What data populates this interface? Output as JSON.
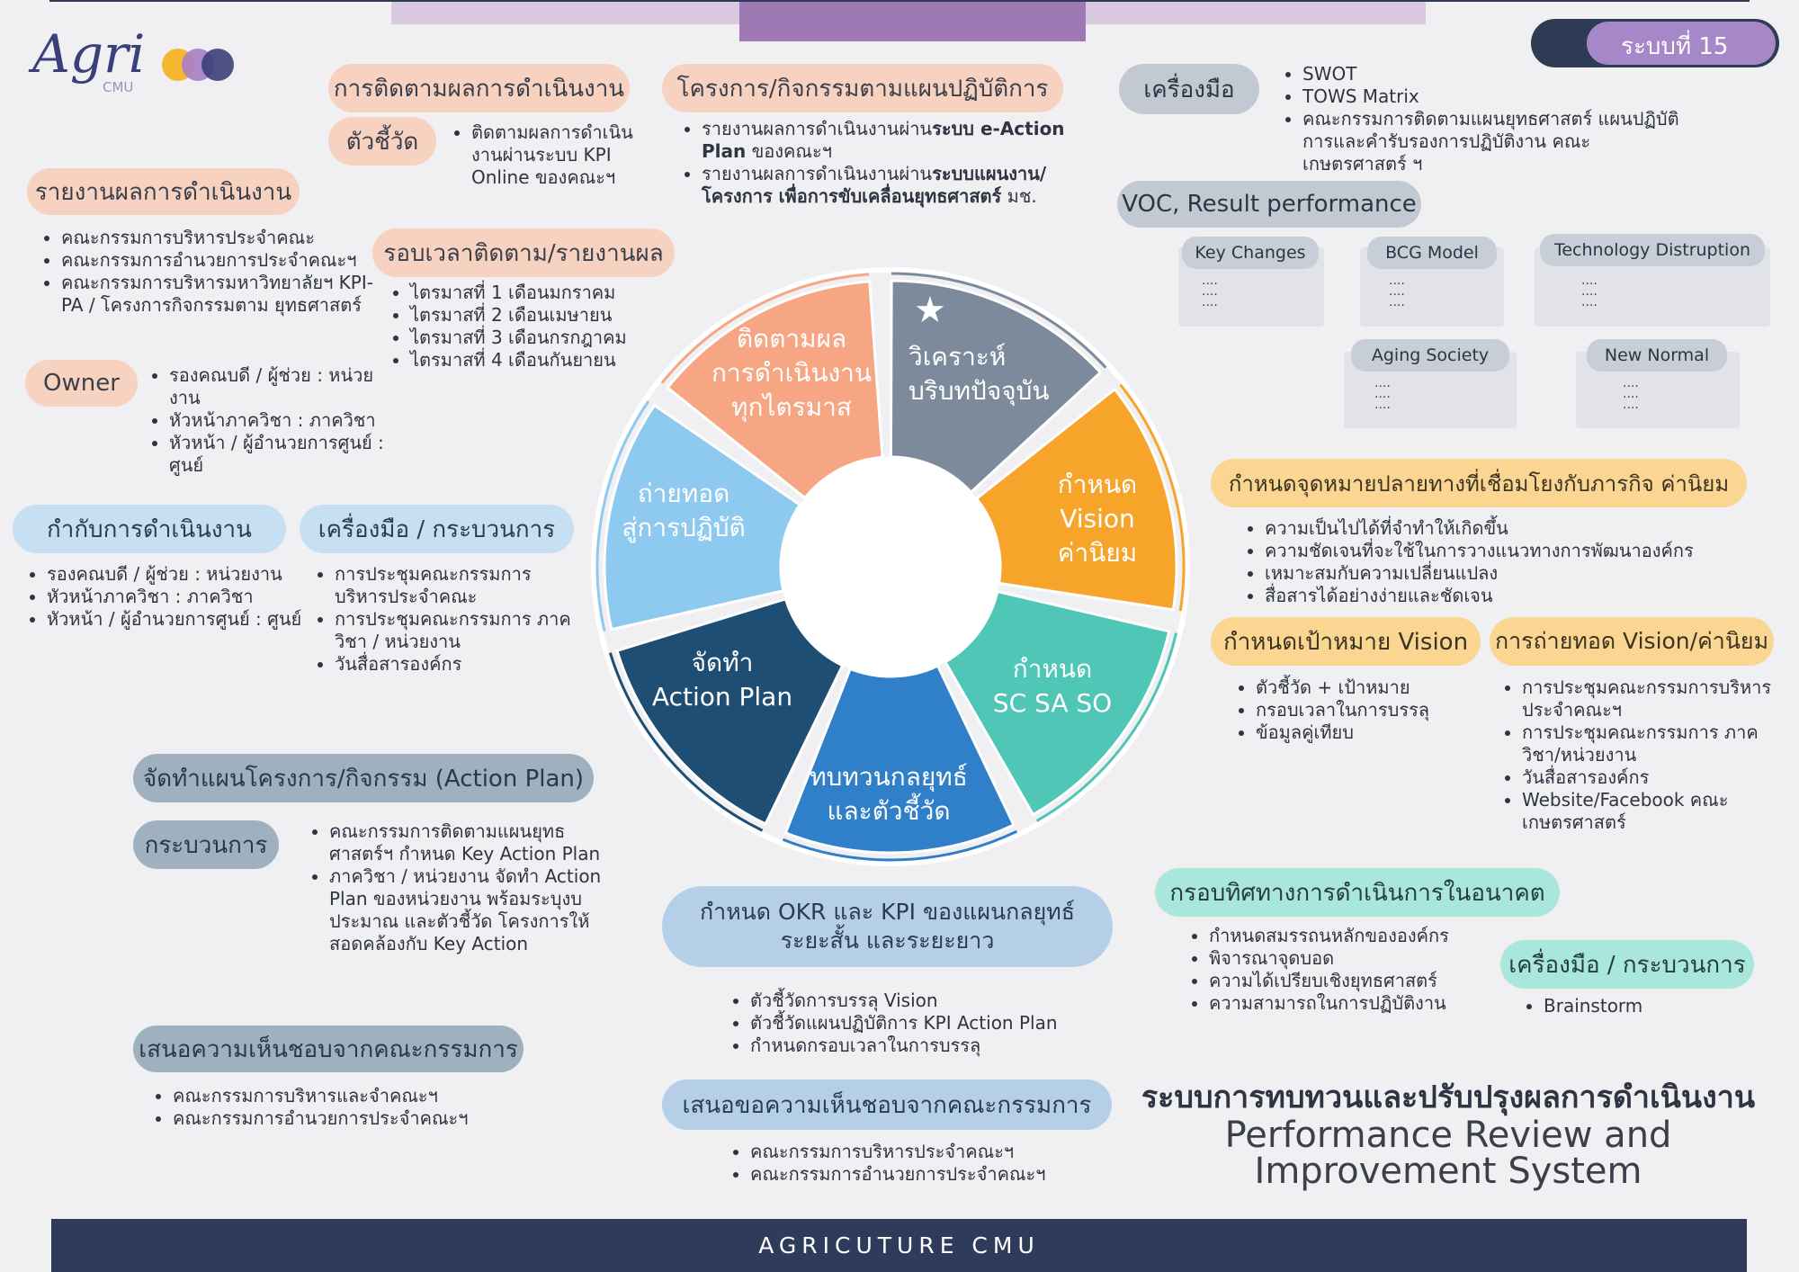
{
  "brand": {
    "logo_text": "Agri",
    "logo_sub": "CMU"
  },
  "system_badge": "ระบบที่ 15",
  "footer": "AGRICUTURE CMU",
  "title": {
    "thai": "ระบบการทบทวนและปรับปรุงผลการดำเนินงาน",
    "en_line1": "Performance Review and",
    "en_line2": "Improvement System"
  },
  "wheel": {
    "segments": [
      {
        "label_1": "วิเคราะห์",
        "label_2": "บริบทปัจจุบัน",
        "color": "#7d8a9b"
      },
      {
        "label_1": "กำหนด",
        "label_2": "Vision",
        "label_3": "ค่านิยม",
        "color": "#f7a52a"
      },
      {
        "label_1": "กำหนด",
        "label_2": "SC SA SO",
        "color": "#4fc6b6"
      },
      {
        "label_1": "ทบทวนกลยุทธ์",
        "label_2": "และตัวชี้วัด",
        "color": "#2f7fc9"
      },
      {
        "label_1": "จัดทำ",
        "label_2": "Action Plan",
        "color": "#1e4e73"
      },
      {
        "label_1": "ถ่ายทอด",
        "label_2": "สู่การปฏิบัติ",
        "color": "#8ecaf0"
      },
      {
        "label_1": "ติดตามผล",
        "label_2": "การดำเนินงาน",
        "label_3": "ทุกไตรมาส",
        "color": "#f7a684"
      }
    ],
    "star": "★"
  },
  "left": {
    "report": {
      "title": "รายงานผลการดำเนินงาน",
      "items": [
        "คณะกรรมการบริหารประจำคณะ",
        "คณะกรรมการอำนวยการประจำคณะฯ",
        "คณะกรรมการบริหารมหาวิทยาลัยฯ KPI-PA / โครงการกิจกรรมตาม ยุทธศาสตร์"
      ]
    },
    "owner": {
      "title": "Owner",
      "items": [
        "รองคณบดี / ผู้ช่วย : หน่วยงาน",
        "หัวหน้าภาควิชา : ภาควิชา",
        "หัวหน้า / ผู้อำนวยการศูนย์ : ศูนย์"
      ]
    },
    "supervise": {
      "title": "กำกับการดำเนินงาน",
      "items": [
        "รองคณบดี / ผู้ช่วย : หน่วยงาน",
        "หัวหน้าภาควิชา : ภาควิชา",
        "หัวหน้า / ผู้อำนวยการศูนย์ : ศูนย์"
      ]
    },
    "tools": {
      "title": "เครื่องมือ / กระบวนการ",
      "items": [
        "การประชุมคณะกรรมการ บริหารประจำคณะ",
        "การประชุมคณะกรรมการ ภาควิชา / หน่วยงาน",
        "วันสื่อสารองค์กร"
      ]
    },
    "action_plan": {
      "title": "จัดทำแผนโครงการ/กิจกรรม (Action Plan)",
      "process_label": "กระบวนการ",
      "items": [
        "คณะกรรมการติดตามแผนยุทธ ศาสตร์ฯ กำหนด Key Action Plan",
        "ภาควิชา / หน่วยงาน จัดทำ Action Plan ของหน่วยงาน พร้อมระบุงบประมาณ และตัวชี้วัด โครงการให้สอดคล้องกับ Key Action"
      ]
    },
    "approve": {
      "title": "เสนอความเห็นชอบจากคณะกรรมการ",
      "items": [
        "คณะกรรมการบริหารและจำคณะฯ",
        "คณะกรรมการอำนวยการประจำคณะฯ"
      ]
    }
  },
  "top": {
    "monitor": {
      "title": "การติดตามผลการดำเนินงาน",
      "kpi_label": "ตัวชี้วัด",
      "items": [
        "ติดตามผลการดำเนิน งานผ่านระบบ KPI Online ของคณะฯ"
      ]
    },
    "period": {
      "title": "รอบเวลาติดตาม/รายงานผล",
      "items": [
        "ไตรมาสที่ 1 เดือนมกราคม",
        "ไตรมาสที่ 2 เดือนเมษายน",
        "ไตรมาสที่ 3 เดือนกรกฎาคม",
        "ไตรมาสที่ 4 เดือนกันยายน"
      ]
    },
    "projects": {
      "title": "โครงการ/กิจกรรมตามแผนปฏิบัติการ",
      "item1_a": "รายงานผลการดำเนินงานผ่าน",
      "item1_b": "ระบบ e-Action Plan",
      "item1_c": " ของคณะฯ",
      "item2_a": "รายงานผลการดำเนินงานผ่าน",
      "item2_b": "ระบบแผนงาน/โครงการ เพื่อการขับเคลื่อนยุทธศาสตร์",
      "item2_c": " มช."
    }
  },
  "right": {
    "tools": {
      "title": "เครื่องมือ",
      "items": [
        "SWOT",
        "TOWS Matrix",
        "คณะกรรมการติดตามแผนยุทธศาสตร์ แผนปฏิบัติการและคำรับรองการปฏิบัติงาน คณะเกษตรศาสตร์ ฯ"
      ]
    },
    "voc": {
      "title": "VOC, Result performance"
    },
    "cards": [
      {
        "label": "Key Changes",
        "dots": [
          "....",
          "....",
          "...."
        ]
      },
      {
        "label": "BCG Model",
        "dots": [
          "....",
          "....",
          "...."
        ]
      },
      {
        "label": "Technology Distruption",
        "dots": [
          "....",
          "....",
          "...."
        ]
      },
      {
        "label": "Aging Society",
        "dots": [
          "....",
          "....",
          "...."
        ]
      },
      {
        "label": "New Normal",
        "dots": [
          "....",
          "....",
          "...."
        ]
      }
    ],
    "goal": {
      "title": "กำหนดจุดหมายปลายทางที่เชื่อมโยงกับภารกิจ ค่านิยม",
      "items": [
        "ความเป็นไปได้ที่จำทำให้เกิดขึ้น",
        "ความชัดเจนที่จะใช้ในการวางแนวทางการพัฒนาองค์กร",
        "เหมาะสมกับความเปลี่ยนแปลง",
        "สื่อสารได้อย่างง่ายและชัดเจน"
      ]
    },
    "vision_goal": {
      "title": "กำหนดเป้าหมาย Vision",
      "items": [
        "ตัวชี้วัด + เป้าหมาย",
        "กรอบเวลาในการบรรลุ",
        "ข้อมูลคู่เทียบ"
      ]
    },
    "vision_transfer": {
      "title": "การถ่ายทอด Vision/ค่านิยม",
      "items": [
        "การประชุมคณะกรรมการบริหาร ประจำคณะฯ",
        "การประชุมคณะกรรมการ ภาควิชา/หน่วยงาน",
        "วันสื่อสารองค์กร",
        "Website/Facebook คณะเกษตรศาสตร์"
      ]
    },
    "future": {
      "title": "กรอบทิศทางการดำเนินการในอนาคต",
      "items": [
        "กำหนดสมรรถนหลักขององค์กร",
        "พิจารณาจุดบอด",
        "ความได้เปรียบเชิงยุทธศาสตร์",
        "ความสามารถในการปฏิบัติงาน"
      ]
    },
    "tools2": {
      "title": "เครื่องมือ / กระบวนการ",
      "items": [
        "Brainstorm"
      ]
    }
  },
  "bottom": {
    "okr": {
      "title_1": "กำหนด OKR และ KPI ของแผนกลยุทธ์",
      "title_2": "ระยะสั้น และระยะยาว",
      "items": [
        "ตัวชี้วัดการบรรลุ Vision",
        "ตัวชี้วัดแผนปฏิบัติการ KPI Action Plan",
        "กำหนดกรอบเวลาในการบรรลุ"
      ]
    },
    "approve": {
      "title": "เสนอขอความเห็นชอบจากคณะกรรมการ",
      "items": [
        "คณะกรรมการบริหารประจำคณะฯ",
        "คณะกรรมการอำนวยการประจำคณะฯ"
      ]
    }
  }
}
